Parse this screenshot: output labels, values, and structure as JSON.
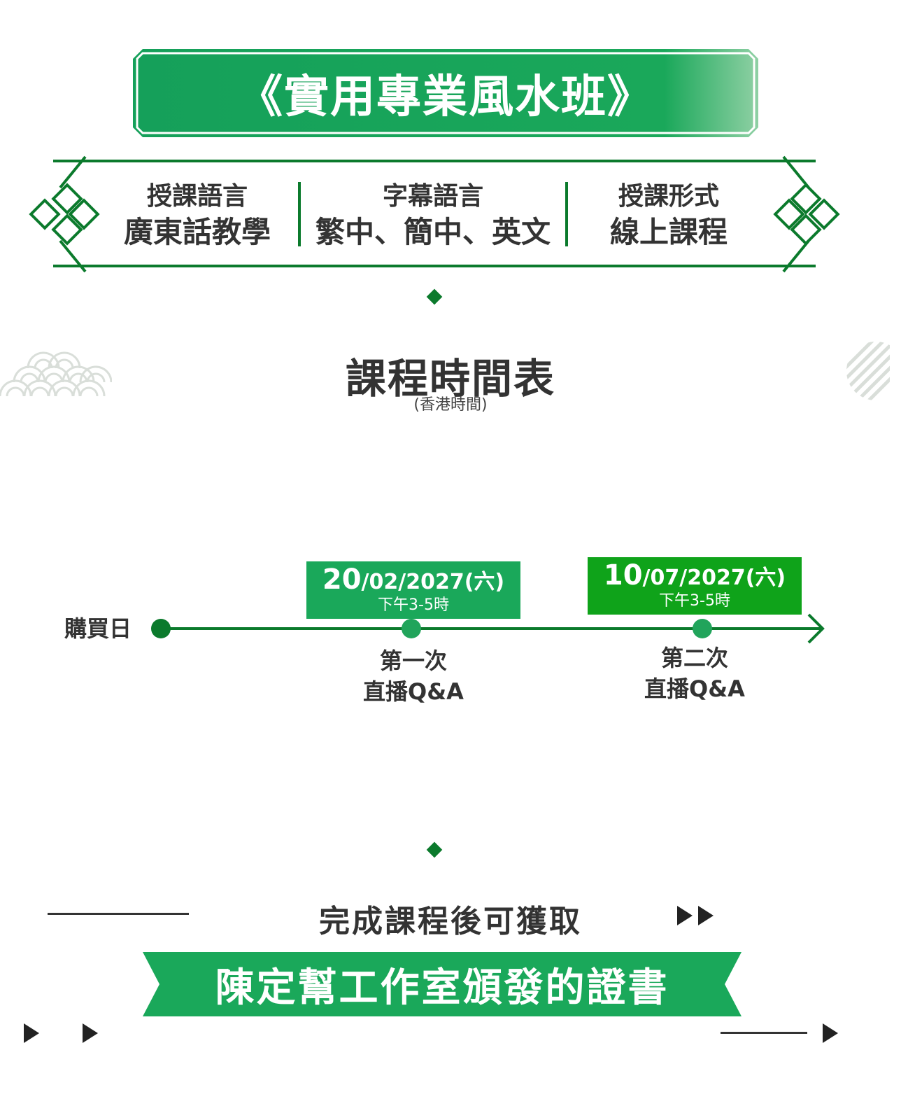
{
  "title": "《實用專業風水班》",
  "info": [
    {
      "label": "授課語言",
      "value": "廣東話教學"
    },
    {
      "label": "字幕語言",
      "value": "繁中、簡中、英文"
    },
    {
      "label": "授課形式",
      "value": "線上課程"
    }
  ],
  "schedule": {
    "title": "課程時間表",
    "subtitle": "(香港時間)",
    "start_label": "購買日",
    "sessions": [
      {
        "day": "20",
        "date_rest": "/02/2027(六)",
        "time": "下午3-5時",
        "line1": "第一次",
        "line2": "直播Q&A"
      },
      {
        "day": "10",
        "date_rest": "/07/2027(六)",
        "time": "下午3-5時",
        "line1": "第二次",
        "line2": "直播Q&A"
      }
    ]
  },
  "certificate": {
    "heading": "完成課程後可獲取",
    "banner": "陳定幫工作室頒發的證書"
  },
  "colors": {
    "primary_green": "#1aa85a",
    "dark_green": "#0b7a2c",
    "timeline_dot": "#21a45b"
  }
}
